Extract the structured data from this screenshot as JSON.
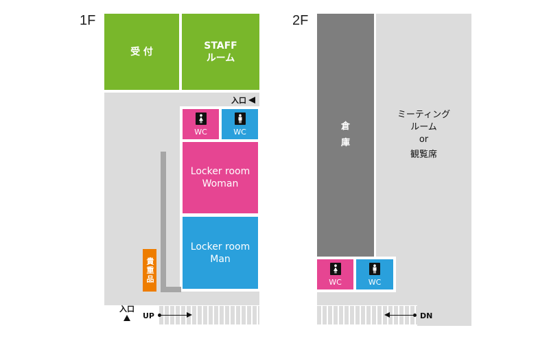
{
  "floor1": {
    "label": "1F",
    "reception": "受 付",
    "staff_room": "STAFF\nルーム",
    "entrance_top": "入口",
    "wc_women": "WC",
    "wc_men": "WC",
    "locker_woman": "Locker room\nWoman",
    "locker_man": "Locker room\nMan",
    "valuables": "貴重品",
    "entrance_bottom": "入口",
    "stairs_label": "UP"
  },
  "floor2": {
    "label": "2F",
    "storage": "倉\n庫",
    "meeting_line1": "ミーティング",
    "meeting_line2": "ルーム",
    "meeting_line3": "or",
    "meeting_line4": "観覧席",
    "wc_women": "WC",
    "wc_men": "WC",
    "stairs_label": "DN"
  },
  "colors": {
    "green": "#79b72b",
    "pink": "#e64592",
    "blue": "#2aa0dc",
    "orange": "#ee7d00",
    "gray_floor": "#dcdcdc",
    "storage_gray": "#7e7e7e"
  }
}
